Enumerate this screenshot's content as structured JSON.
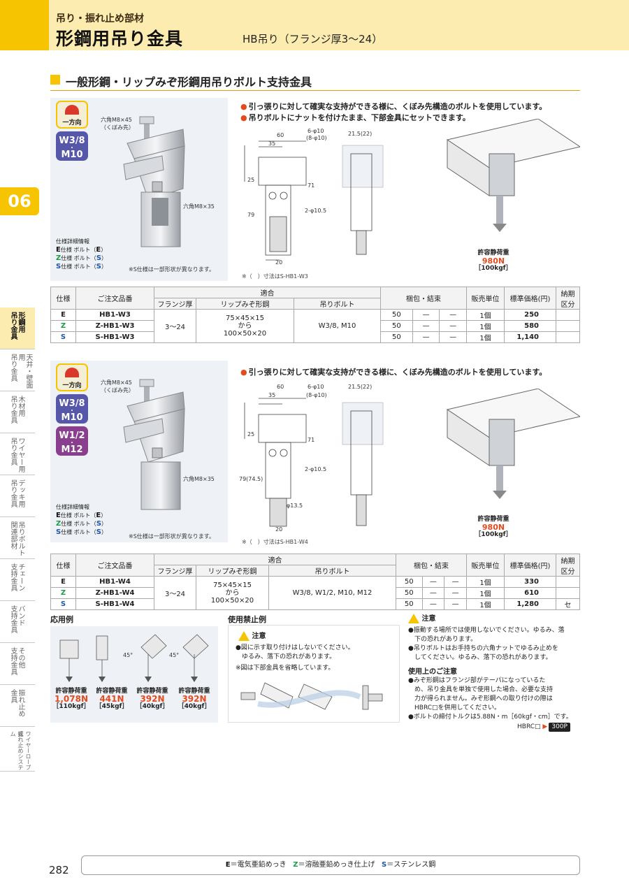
{
  "header": {
    "category": "吊り・振れ止め部材",
    "title": "形鋼用吊り金具",
    "subtitle": "HB吊り（フランジ厚3〜24）"
  },
  "section_title": "一般形鋼・リップみぞ形鋼用吊りボルト支持金具",
  "chapter_number": "06",
  "sidebar": [
    {
      "line1": "形鋼用",
      "line2": "吊り金具",
      "active": true
    },
    {
      "line1": "天井・壁面用",
      "line2": "吊り金具",
      "active": false
    },
    {
      "line1": "木材用",
      "line2": "吊り金具",
      "active": false
    },
    {
      "line1": "ワイヤー用",
      "line2": "吊り金具",
      "active": false
    },
    {
      "line1": "デッキ用",
      "line2": "吊り金具",
      "active": false
    },
    {
      "line1": "吊りボルト",
      "line2": "関連部材",
      "active": false
    },
    {
      "line1": "チェーン",
      "line2": "支持金具",
      "active": false
    },
    {
      "line1": "バンド",
      "line2": "支持金具",
      "active": false
    },
    {
      "line1": "その他",
      "line2": "支持金具",
      "active": false
    },
    {
      "line1": "振れ止め",
      "line2": "金具",
      "active": false
    },
    {
      "line1": "ワイヤーロープ式",
      "line2": "振れ止めシステム",
      "active": false
    }
  ],
  "product1": {
    "tag_direction": "一方向",
    "tag_spec": [
      "W3/8",
      "・",
      "M10"
    ],
    "note_bolt_top": [
      "六角M8×45",
      "（くぼみ先）"
    ],
    "note_nut": "六角M8×35",
    "spec_info_title": "仕様詳細情報",
    "spec_rows": [
      {
        "code": "E",
        "text": "仕様 ボルト（",
        "bolt": "E",
        "end": "）"
      },
      {
        "code": "Z",
        "text": "仕様 ボルト（",
        "bolt": "S",
        "end": "）"
      },
      {
        "code": "S",
        "text": "仕様 ボルト（",
        "bolt": "S",
        "end": "）"
      }
    ],
    "photo_footnote": "※S仕様は一部形状が異なります。",
    "features": [
      "引っ張りに対して確実な支持ができる様に、くぼみ先構造のボルトを使用しています。",
      "吊りボルトにナットを付けたまま、下部金具にセットできます。"
    ],
    "dims": {
      "w60": "60",
      "w35": "35",
      "hole": "6-φ10",
      "hole2": "(8-φ10)",
      "w215": "21.5(22)",
      "h25": "25",
      "h71": "71",
      "h79": "79",
      "hole3": "2-φ10.5",
      "w20": "20"
    },
    "drawing_note": "※（　）寸法はS-HB1-W3",
    "load_label": "許容静荷重",
    "load_value": "980N",
    "load_kgf": "［100kgf］",
    "table_headers": {
      "spec": "仕様",
      "order": "ご注文品番",
      "fit": "適合",
      "flange": "フランジ厚",
      "lip": "リップみぞ形鋼",
      "bolt": "吊りボルト",
      "pack": "梱包・結束",
      "unit": "販売単位",
      "price": "標準価格(円)",
      "delivery": "納期区分"
    },
    "table_rows": [
      {
        "spec": "E",
        "order": "HB1-W3",
        "pack": [
          "50",
          "—",
          "—"
        ],
        "unit": "1個",
        "price": "250",
        "delivery": ""
      },
      {
        "spec": "Z",
        "order": "Z-HB1-W3",
        "pack": [
          "50",
          "—",
          "—"
        ],
        "unit": "1個",
        "price": "580",
        "delivery": ""
      },
      {
        "spec": "S",
        "order": "S-HB1-W3",
        "pack": [
          "50",
          "—",
          "—"
        ],
        "unit": "1個",
        "price": "1,140",
        "delivery": ""
      }
    ],
    "table_common": {
      "flange": "3〜24",
      "lip": [
        "75×45×15",
        "から",
        "100×50×20"
      ],
      "bolt": "W3/8, M10"
    }
  },
  "product2": {
    "tag_direction": "一方向",
    "tag_spec1": [
      "W3/8",
      "・",
      "M10"
    ],
    "tag_spec2": [
      "W1/2",
      "・",
      "M12"
    ],
    "note_bolt_top": [
      "六角M8×45",
      "（くぼみ先）"
    ],
    "note_nut": "六角M8×35",
    "spec_info_title": "仕様詳細情報",
    "spec_rows": [
      {
        "code": "E",
        "text": "仕様 ボルト（",
        "bolt": "E",
        "end": "）"
      },
      {
        "code": "Z",
        "text": "仕様 ボルト（",
        "bolt": "S",
        "end": "）"
      },
      {
        "code": "S",
        "text": "仕様 ボルト（",
        "bolt": "S",
        "end": "）"
      }
    ],
    "photo_footnote": "※S仕様は一部形状が異なります。",
    "features": [
      "引っ張りに対して確実な支持ができる様に、くぼみ先構造のボルトを使用しています。"
    ],
    "dims": {
      "w60": "60",
      "w35": "35",
      "hole": "6-φ10",
      "hole2": "(8-φ10)",
      "w215": "21.5(22)",
      "h25": "25",
      "h71": "71",
      "h79": "79(74.5)",
      "hole3": "2-φ10.5",
      "hole4": "φ13.5",
      "w20": "20"
    },
    "drawing_note": "※（　）寸法はS-HB1-W4",
    "load_label": "許容静荷重",
    "load_value": "980N",
    "load_kgf": "［100kgf］",
    "table_rows": [
      {
        "spec": "E",
        "order": "HB1-W4",
        "pack": [
          "50",
          "—",
          "—"
        ],
        "unit": "1個",
        "price": "330",
        "delivery": ""
      },
      {
        "spec": "Z",
        "order": "Z-HB1-W4",
        "pack": [
          "50",
          "—",
          "—"
        ],
        "unit": "1個",
        "price": "610",
        "delivery": ""
      },
      {
        "spec": "S",
        "order": "S-HB1-W4",
        "pack": [
          "50",
          "—",
          "—"
        ],
        "unit": "1個",
        "price": "1,280",
        "delivery": "セ"
      }
    ],
    "table_common": {
      "flange": "3〜24",
      "lip": [
        "75×45×15",
        "から",
        "100×50×20"
      ],
      "bolt": "W3/8, W1/2, M10, M12"
    }
  },
  "examples": {
    "title": "応用例",
    "angle": "45°",
    "items": [
      {
        "label": "許容静荷重",
        "value": "1,078N",
        "kgf": "［110kgf］"
      },
      {
        "label": "許容静荷重",
        "value": "441N",
        "kgf": "［45kgf］"
      },
      {
        "label": "許容静荷重",
        "value": "392N",
        "kgf": "［40kgf］"
      },
      {
        "label": "許容静荷重",
        "value": "392N",
        "kgf": "［40kgf］"
      }
    ]
  },
  "prohibited": {
    "title": "使用禁止例",
    "caution": "注意",
    "lines": [
      "●図に示す取り付けはしないでください。",
      "　ゆるみ、落下の恐れがあります。",
      "※図は下部金具を省略しています。"
    ]
  },
  "notes": {
    "caution": "注意",
    "caution_lines": [
      "●振動する場所では使用しないでください。ゆるみ、落",
      "　下の恐れがあります。",
      "●吊りボルトはお手持ちの六角ナットでゆるみ止めを",
      "　してください。ゆるみ、落下の恐れがあります。"
    ],
    "usage_title": "使用上のご注意",
    "usage_lines": [
      "●みぞ形鋼はフランジ部がテーパになっているた",
      "　め、吊り金具を単独で使用した場合、必要な支持",
      "　力が得られません。みぞ形鋼への取り付けの際は",
      "　HBRC□を併用してください。",
      "●ボルトの締付トルクは5.88N・m［60kgf・cm］です。"
    ],
    "ref_text": "HBRC□",
    "ref_page": "300P"
  },
  "footer": {
    "page": "282",
    "legend_E": "E",
    "legend_E_text": "＝電気亜鉛めっき",
    "legend_Z": "Z",
    "legend_Z_text": "＝溶融亜鉛めっき仕上げ",
    "legend_S": "S",
    "legend_S_text": "＝ステンレス鋼"
  }
}
